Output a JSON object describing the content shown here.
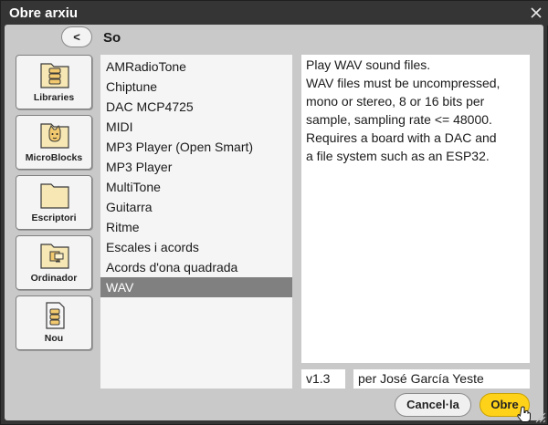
{
  "window": {
    "title": "Obre arxiu",
    "close_icon": "close-icon"
  },
  "nav": {
    "back_label": "<",
    "folder_name": "So"
  },
  "sidebar": {
    "items": [
      {
        "label": "Libraries",
        "icon": "libraries-icon"
      },
      {
        "label": "MicroBlocks",
        "icon": "microblocks-icon"
      },
      {
        "label": "Escriptori",
        "icon": "folder-icon"
      },
      {
        "label": "Ordinador",
        "icon": "computer-folder-icon"
      },
      {
        "label": "Nou",
        "icon": "new-icon"
      }
    ]
  },
  "files": {
    "items": [
      "AMRadioTone",
      "Chiptune",
      "DAC MCP4725",
      "MIDI",
      "MP3 Player (Open Smart)",
      "MP3 Player",
      "MultiTone",
      "Guitarra",
      "Ritme",
      "Escales i acords",
      "Acords d'ona quadrada",
      "WAV"
    ],
    "selected": "WAV"
  },
  "details": {
    "description": "Play WAV sound files.\nWAV files must be uncompressed,\nmono or stereo, 8 or 16 bits per\nsample, sampling rate <= 48000.\nRequires a board with a DAC and\na file system such as an ESP32.",
    "version": "v1.3",
    "author": "per José García Yeste"
  },
  "buttons": {
    "cancel_label": "Cancel·la",
    "open_label": "Obre"
  },
  "colors": {
    "open_button": "#ffd21a",
    "selection": "#808080",
    "title_bar": "#353535"
  }
}
